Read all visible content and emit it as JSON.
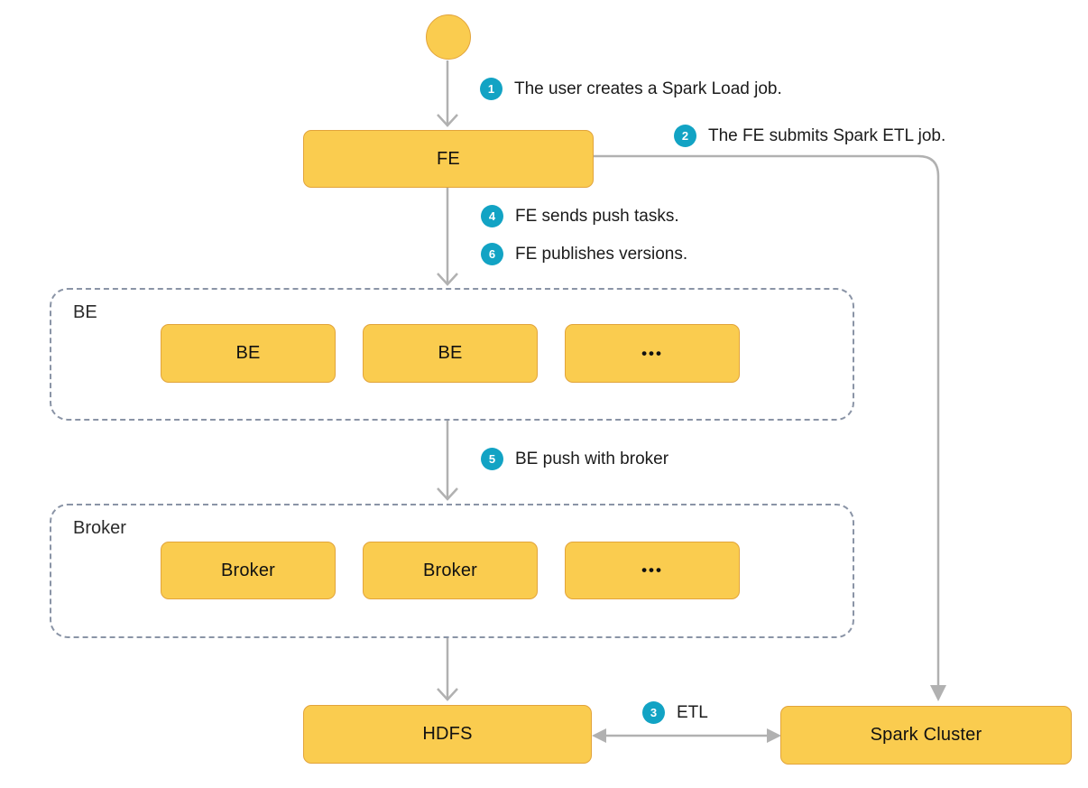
{
  "diagram_type": "flow-diagram",
  "colors": {
    "node_fill": "#FACC4F",
    "node_border": "#E2A43B",
    "badge_teal": "#12A3C4",
    "arrow_gray": "#B1B1B1",
    "container_dash_border": "#8A94A6",
    "text": "#1B1B1B"
  },
  "nodes": {
    "fe": "FE",
    "hdfs": "HDFS",
    "spark_cluster": "Spark Cluster"
  },
  "containers": {
    "be": {
      "label": "BE",
      "boxes": [
        "BE",
        "BE",
        "•••"
      ]
    },
    "broker": {
      "label": "Broker",
      "boxes": [
        "Broker",
        "Broker",
        "•••"
      ]
    }
  },
  "steps": [
    {
      "num": "1",
      "text": "The user creates a Spark Load job."
    },
    {
      "num": "2",
      "text": "The FE submits Spark ETL job."
    },
    {
      "num": "3",
      "text": "ETL"
    },
    {
      "num": "4",
      "text": "FE sends push tasks."
    },
    {
      "num": "5",
      "text": "BE push with broker"
    },
    {
      "num": "6",
      "text": "FE publishes versions."
    }
  ]
}
